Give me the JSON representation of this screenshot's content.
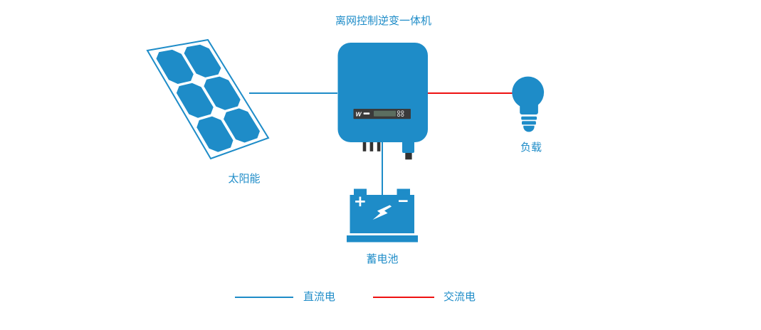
{
  "colors": {
    "background": "#ffffff",
    "blue": "#1e8cc8",
    "red": "#ee1111",
    "dark": "#3a3a3a",
    "leg": "#323232",
    "lcd": "#5c6e60",
    "button_ring": "#c9c9c9",
    "label_text": "#1e8cc8"
  },
  "diagram": {
    "nodes": {
      "inverter": {
        "label": "离网控制逆变一体机"
      },
      "solar_panel": {
        "label": "太阳能"
      },
      "load": {
        "label": "负载"
      },
      "battery": {
        "label": "蓄电池",
        "terminal_positive": "+",
        "terminal_negative": "−"
      }
    },
    "connections": [
      {
        "from": "solar_panel",
        "to": "inverter",
        "type": "dc"
      },
      {
        "from": "inverter",
        "to": "load",
        "type": "ac"
      },
      {
        "from": "inverter",
        "to": "battery",
        "type": "dc"
      }
    ],
    "legend": {
      "dc": {
        "label": "直流电",
        "color": "#1e8cc8"
      },
      "ac": {
        "label": "交流电",
        "color": "#ee1111"
      }
    }
  }
}
